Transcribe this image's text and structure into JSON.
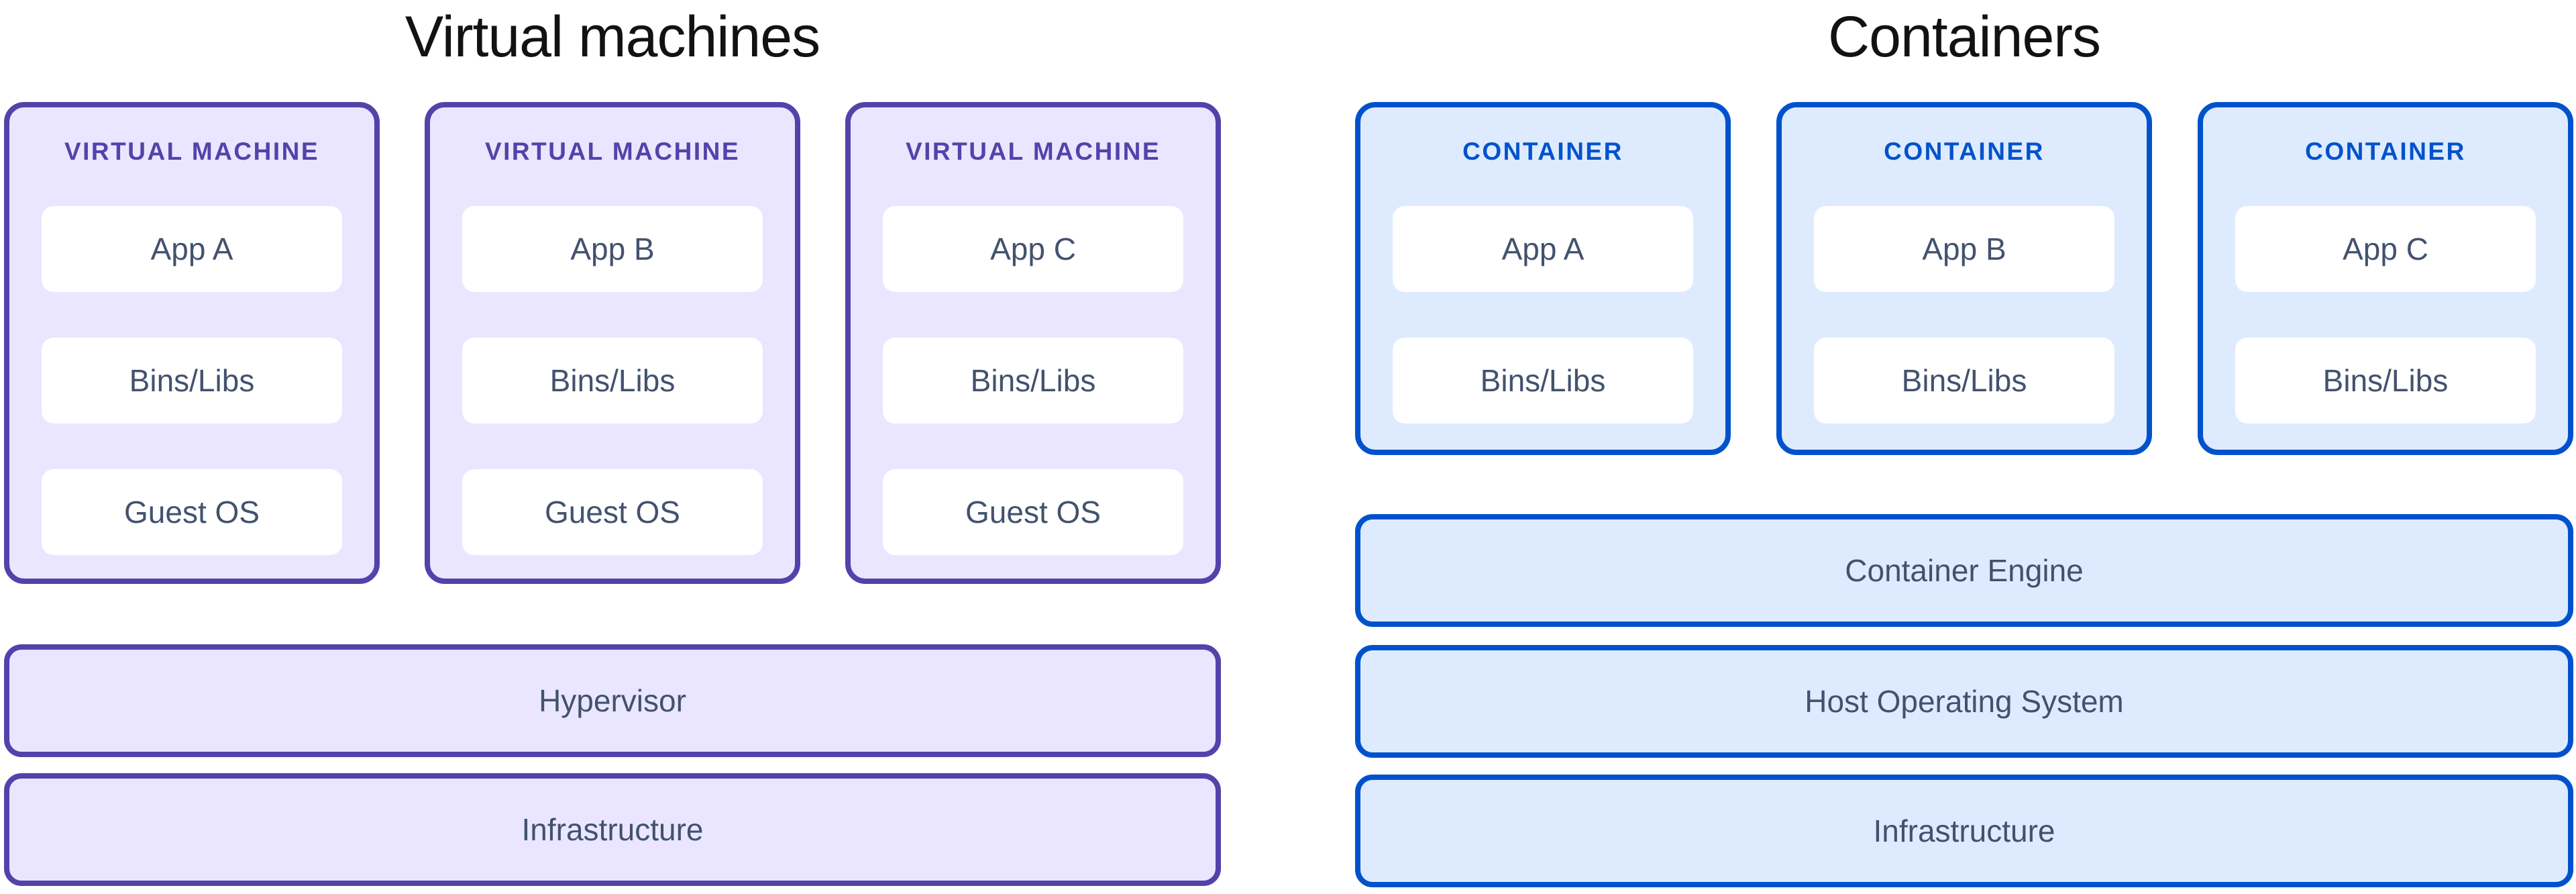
{
  "diagram": {
    "left": {
      "title": "Virtual machines",
      "cards": [
        {
          "label": "VIRTUAL MACHINE",
          "boxes": [
            "App A",
            "Bins/Libs",
            "Guest OS"
          ]
        },
        {
          "label": "VIRTUAL MACHINE",
          "boxes": [
            "App B",
            "Bins/Libs",
            "Guest OS"
          ]
        },
        {
          "label": "VIRTUAL MACHINE",
          "boxes": [
            "App C",
            "Bins/Libs",
            "Guest OS"
          ]
        }
      ],
      "bars": [
        "Hypervisor",
        "Infrastructure"
      ]
    },
    "right": {
      "title": "Containers",
      "cards": [
        {
          "label": "CONTAINER",
          "boxes": [
            "App A",
            "Bins/Libs"
          ]
        },
        {
          "label": "CONTAINER",
          "boxes": [
            "App B",
            "Bins/Libs"
          ]
        },
        {
          "label": "CONTAINER",
          "boxes": [
            "App C",
            "Bins/Libs"
          ]
        }
      ],
      "bars": [
        "Container Engine",
        "Host Operating System",
        "Infrastructure"
      ]
    },
    "colors": {
      "vm_border": "#5243AA",
      "vm_fill": "#EAE6FF",
      "vm_header_text": "#5243AA",
      "container_border": "#0052CC",
      "container_fill": "#DEEBFF",
      "container_header_text": "#0052CC",
      "box_background": "#FFFFFF",
      "label_text": "#42526E",
      "title_text": "#101214"
    }
  }
}
